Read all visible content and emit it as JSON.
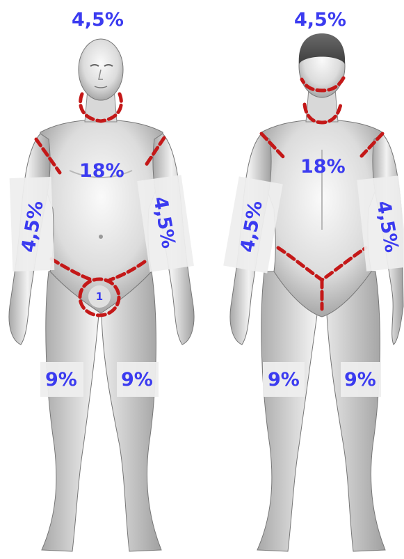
{
  "front": {
    "head_label": "4,5%",
    "chest_label": "18%",
    "left_arm_label": "4,5%",
    "right_arm_label": "4,5%",
    "genital_label": "1",
    "left_leg_label": "9%",
    "right_leg_label": "9%"
  },
  "back": {
    "head_label": "4,5%",
    "back_label": "18%",
    "left_arm_label": "4,5%",
    "right_arm_label": "4,5%",
    "left_leg_label": "9%",
    "right_leg_label": "9%"
  },
  "colors": {
    "label": "#3b3bf0",
    "boundary": "#c41818",
    "band": "#eeeeee",
    "skin_light": "#f4f4f4",
    "skin_dark": "#8a8a8a"
  }
}
